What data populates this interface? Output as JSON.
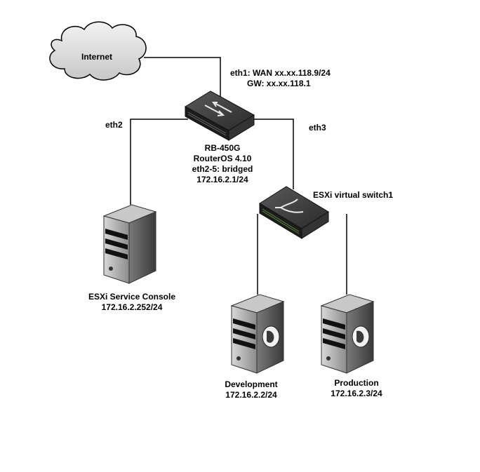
{
  "internet": {
    "label": "Internet"
  },
  "links": {
    "eth1": {
      "line1": "eth1: WAN xx.xx.118.9/24",
      "line2": "GW: xx.xx.118.1"
    },
    "eth2": "eth2",
    "eth3": "eth3"
  },
  "router": {
    "icon": "router-icon",
    "lines": [
      "RB-450G",
      "RouterOS 4.10",
      "eth2-5: bridged",
      "172.16.2.1/24"
    ]
  },
  "vswitch": {
    "icon": "switch-icon",
    "label": "ESXi virtual switch1"
  },
  "servers": {
    "console": {
      "icon": "server-icon",
      "name": "ESXi Service Console",
      "ip": "172.16.2.252/24"
    },
    "development": {
      "icon": "linux-server-icon",
      "name": "Development",
      "ip": "172.16.2.2/24"
    },
    "production": {
      "icon": "linux-server-icon",
      "name": "Production",
      "ip": "172.16.2.3/24"
    }
  },
  "colors": {
    "line": "#000000",
    "device_dark": "#2a2a2a",
    "device_light": "#bfbfbf",
    "cloud": "#d9d9d9"
  }
}
